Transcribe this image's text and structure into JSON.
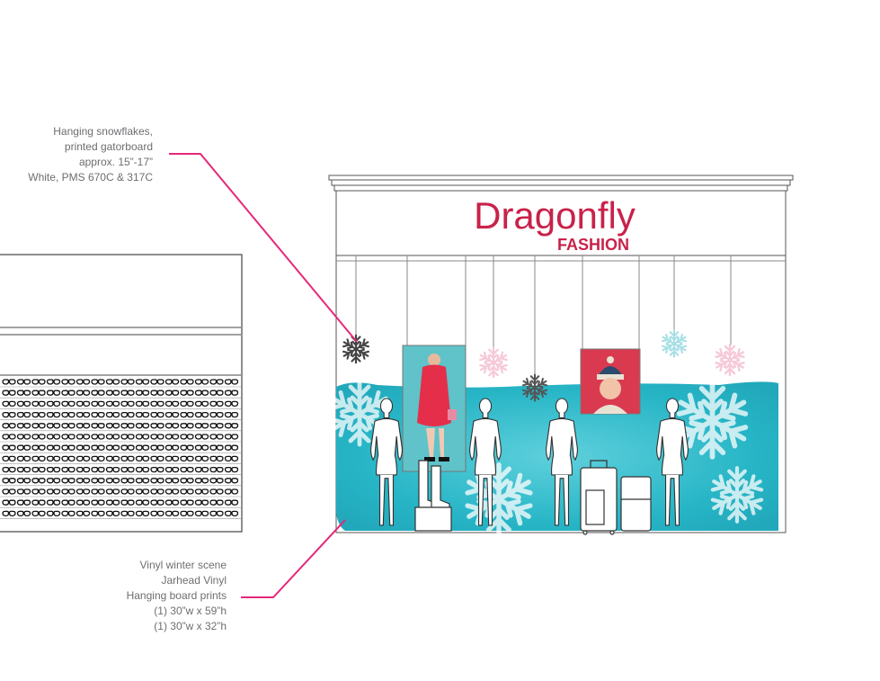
{
  "colors": {
    "magenta": "#e6287a",
    "brand_red": "#c8224a",
    "teal": "#26b5c6",
    "light_pink": "#f6c9d9",
    "light_teal": "#a7dfe5",
    "line_gray": "#7a7a7a"
  },
  "storefront": {
    "brand_name": "Dragonfly",
    "brand_sub": "FASHION"
  },
  "annotations": {
    "top": [
      "Hanging snowflakes,",
      "printed gatorboard",
      "approx. 15”-17”",
      "White, PMS 670C & 317C"
    ],
    "bottom": [
      "Vinyl winter scene",
      "Jarhead Vinyl",
      "Hanging board prints",
      "(1) 30”w x 59”h",
      "(1) 30”w x 32”h"
    ]
  },
  "icons": {
    "snowflake": "snowflake-icon",
    "mannequin": "mannequin-icon",
    "suitcase": "suitcase-icon"
  }
}
